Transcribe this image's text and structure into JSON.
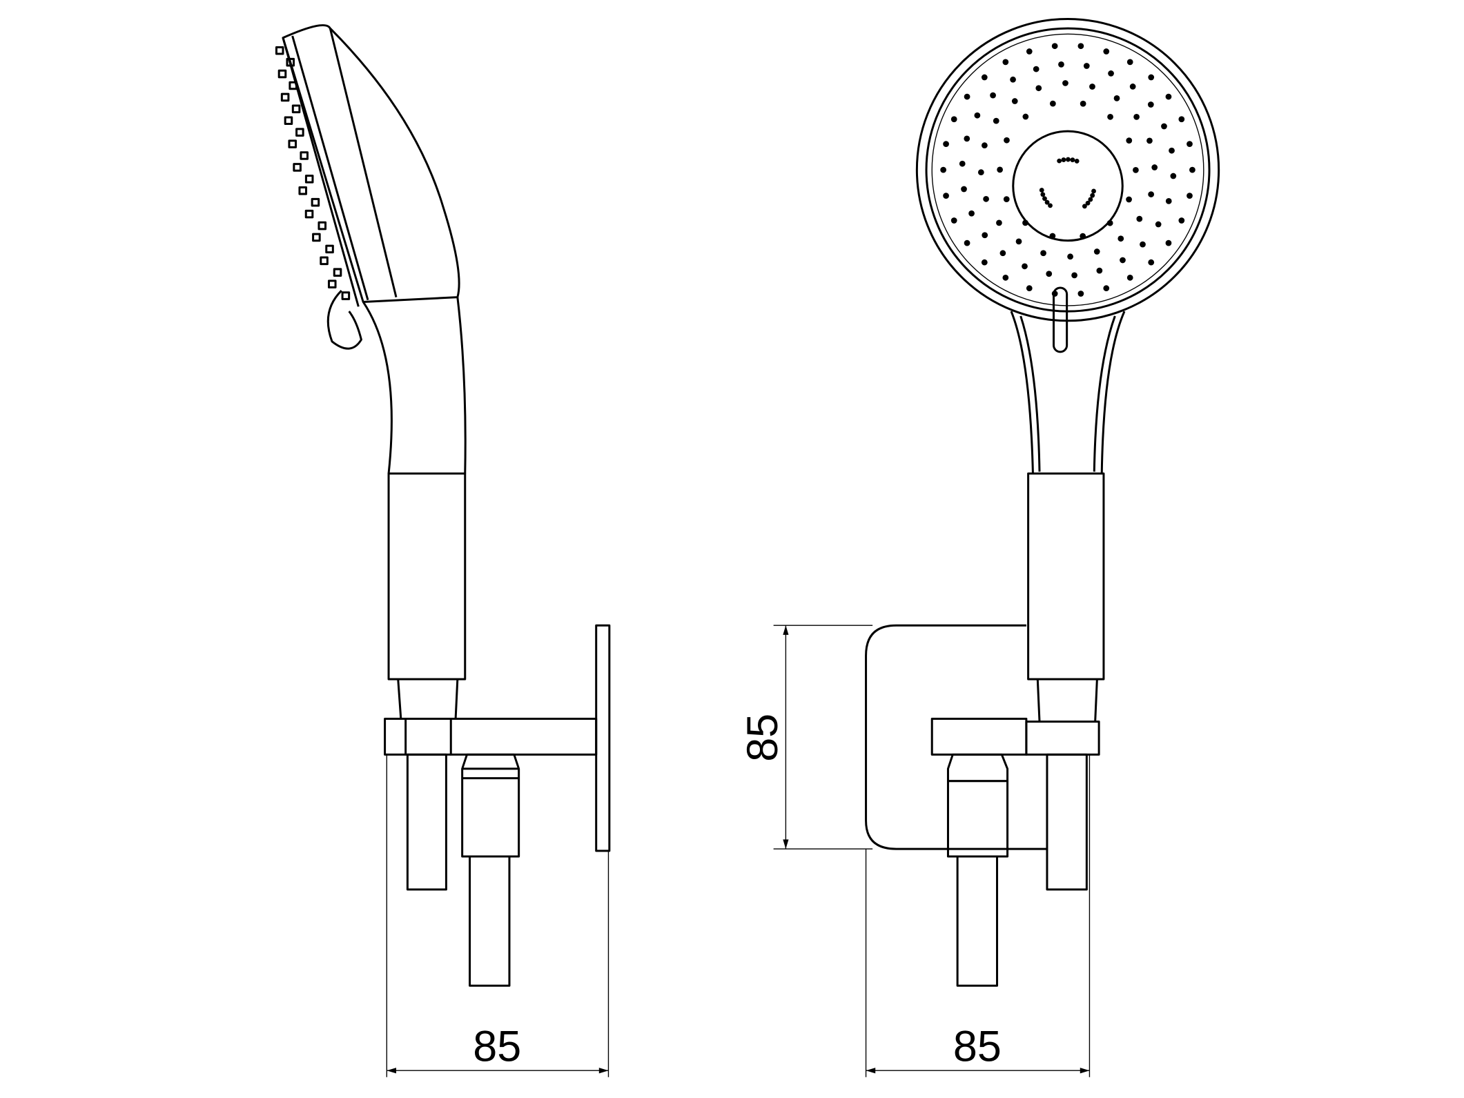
{
  "drawing": {
    "side_view": {
      "width_dimension": "85"
    },
    "front_view": {
      "width_dimension": "85",
      "height_dimension": "85"
    },
    "line_color": "#000000",
    "background_color": "#ffffff"
  }
}
